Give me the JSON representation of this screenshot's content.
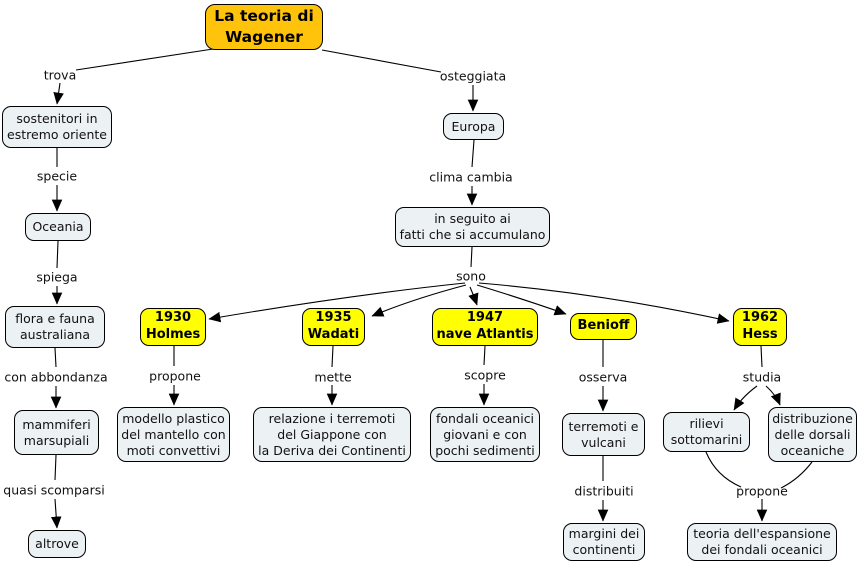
{
  "title": "La teoria di Wagener",
  "colors": {
    "root_fill": "#FFC30B",
    "event_fill": "#FFFF00",
    "node_fill": "#ECF1F4",
    "line": "#000000"
  },
  "nodes": {
    "wagener": "La teoria di\nWagener",
    "sostenitori": "sostenitori in\nestremo oriente",
    "oceania": "Oceania",
    "flora": "flora e fauna\naustraliana",
    "mammiferi": "mammiferi\nmarsupiali",
    "altrove": "altrove",
    "europa": "Europa",
    "seguito": "in seguito ai\nfatti che si accumulano",
    "holmes": "1930\nHolmes",
    "wadati": "1935\nWadati",
    "atlantis": "1947\nnave Atlantis",
    "benioff": "Benioff",
    "hess": "1962\nHess",
    "modello": "modello plastico\ndel mantello con\nmoti convettivi",
    "relazione": "relazione i terremoti\ndel Giappone con\nla Deriva dei Continenti",
    "fondali": "fondali oceanici\ngiovani e con\npochi sedimenti",
    "terremoti": "terremoti e\nvulcani",
    "margini": "margini dei\ncontinenti",
    "rilievi": "rilievi\nsottomarini",
    "distribuzione": "distribuzione\ndelle dorsali\noceaniche",
    "teoria": "teoria dell'espansione\ndei fondali oceanici"
  },
  "links": {
    "trova": "trova",
    "osteggiata": "osteggiata",
    "specie": "specie",
    "spiega": "spiega",
    "con_abbondanza": "con abbondanza",
    "quasi_scomparsi": "quasi scomparsi",
    "clima_cambia": "clima cambia",
    "sono": "sono",
    "propone_holmes": "propone",
    "mette": "mette",
    "scopre": "scopre",
    "osserva": "osserva",
    "studia": "studia",
    "distribuiti": "distribuiti",
    "propone_hess": "propone"
  }
}
